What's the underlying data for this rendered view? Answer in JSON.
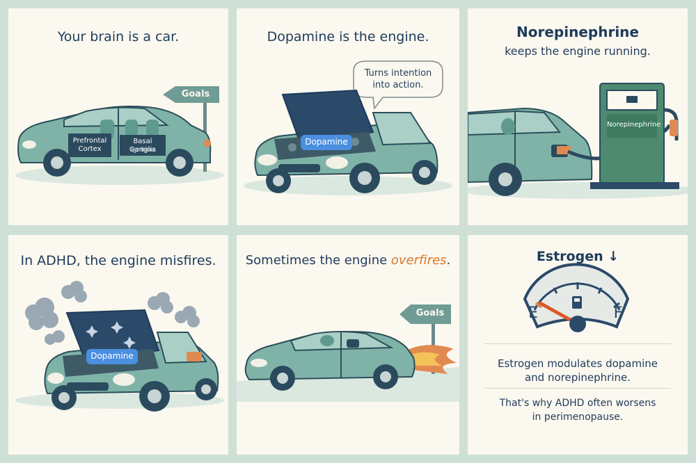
{
  "colors": {
    "navy": "#1f3b5a",
    "teal_car": "#7fb3a8",
    "accent_orange": "#d9782a",
    "bg_panel": "#fbf8f0",
    "bg_page": "#cfe0d6",
    "badge_blue": "#4a8fe0",
    "pump_green": "#4e8a6f"
  },
  "panels": [
    {
      "title": "Your brain is a car.",
      "sign": "Goals",
      "labels": {
        "prefrontal": "Prefrontal Cortex",
        "basal": "Basal Ganglia",
        "ignition": "Ignition"
      }
    },
    {
      "title": "Dopamine is the engine.",
      "bubble": "Turns intention into action.",
      "badge": "Dopamine"
    },
    {
      "title": "Norepinephrine",
      "subtitle": "keeps the engine running.",
      "pump_label": "Norepinephrine"
    },
    {
      "title": "In ADHD, the engine misfires.",
      "badge": "Dopamine"
    },
    {
      "title_prefix": "Sometimes the engine ",
      "title_accent": "overfires",
      "title_suffix": ".",
      "sign": "Goals"
    },
    {
      "title": "Estrogen",
      "arrow": "↓",
      "gauge_e": "E",
      "gauge_f": "F",
      "line1": "Estrogen modulates dopamine",
      "line2": "and norepinephrine.",
      "line3": "That's why ADHD often worsens",
      "line4": "in perimenopause."
    }
  ]
}
